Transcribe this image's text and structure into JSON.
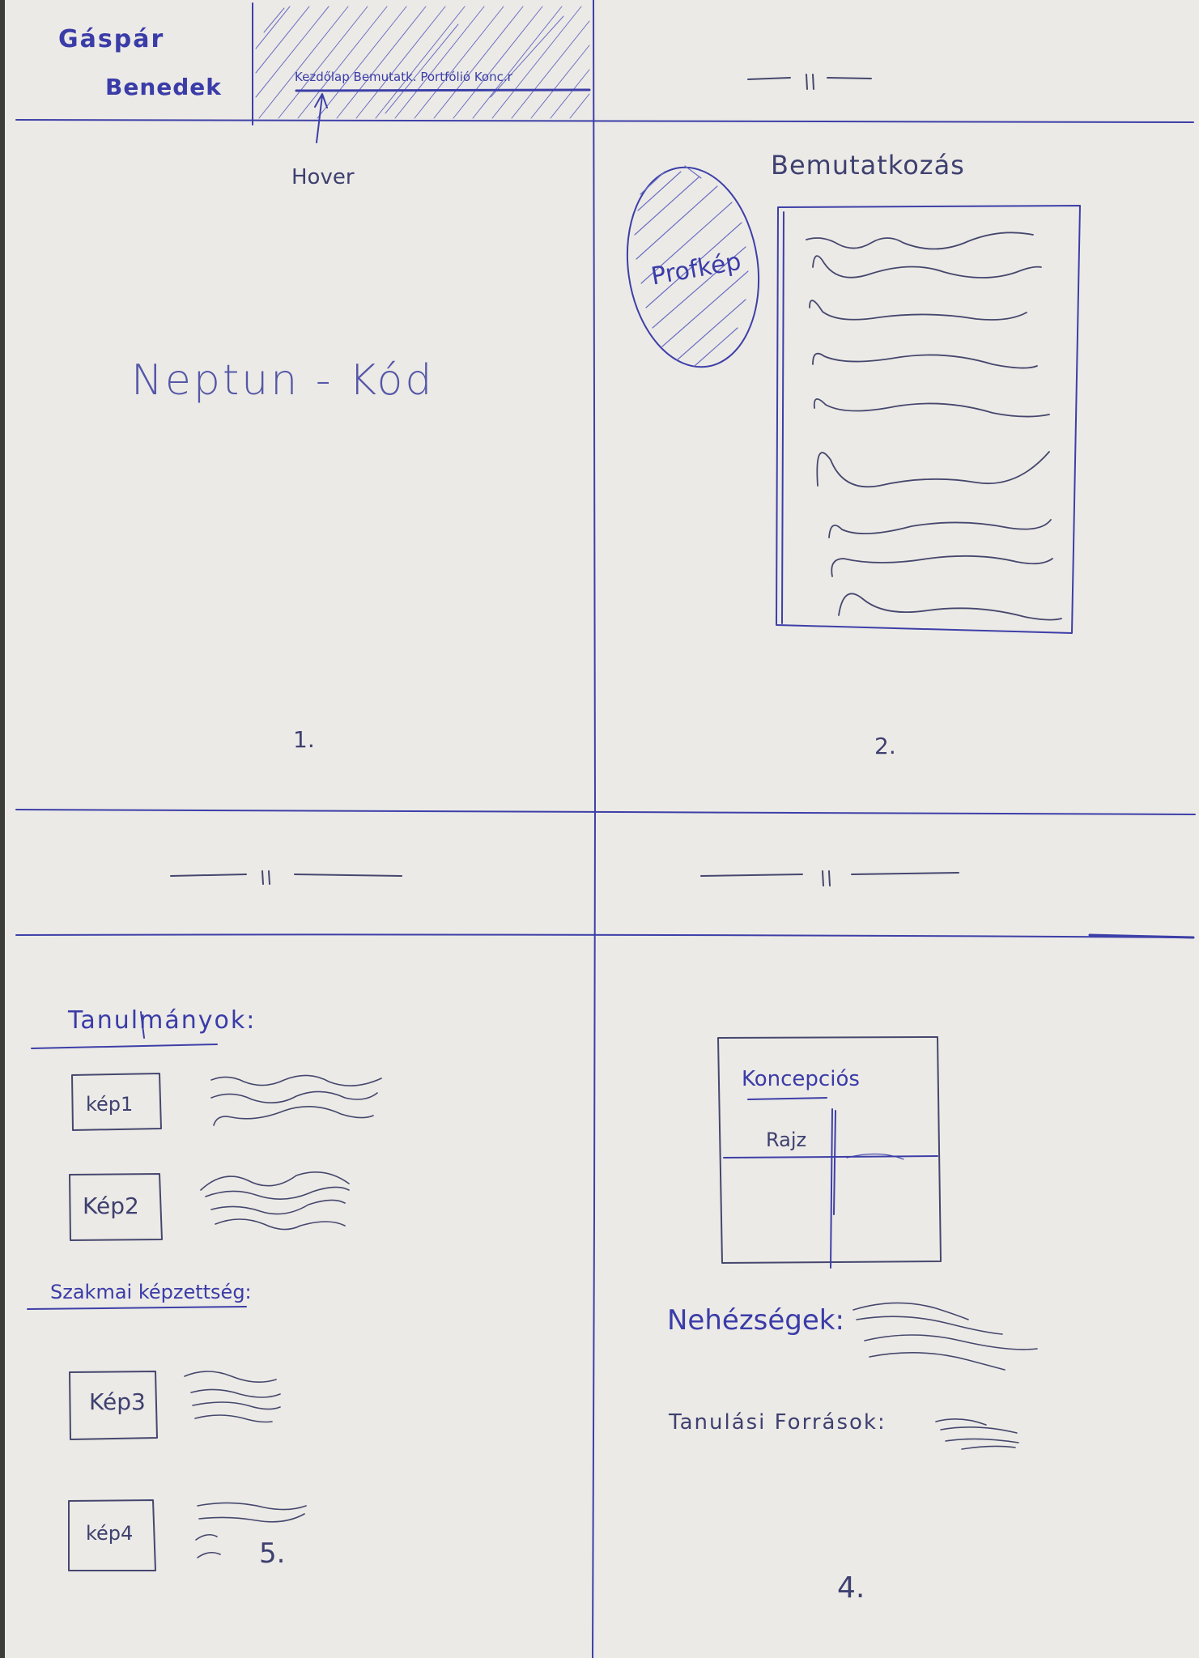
{
  "header": {
    "name_line1": "Gáspár",
    "name_line2": "Benedek",
    "nav_text": "Kezdőlap  Bemutatk.  Portfólió  Konc.r",
    "hover_label": "Hover",
    "divider_marks": "— ıı —"
  },
  "panel1": {
    "title": "Neptun - Kód",
    "number": "1."
  },
  "panel2": {
    "heading": "Bemutatkozás",
    "profile_label": "Profkép",
    "number": "2."
  },
  "panel5": {
    "studies_heading": "Tanulmányok:",
    "images": [
      "kép1",
      "Kép2",
      "Kép3",
      "kép4"
    ],
    "skills_heading": "Szakmai képzettség:",
    "number": "5."
  },
  "panel4": {
    "concept_title": "Koncepciós",
    "concept_subtitle": "Rajz",
    "difficulties_label": "Nehézségek:",
    "resources_label": "Tanulási Források:",
    "number": "4."
  }
}
